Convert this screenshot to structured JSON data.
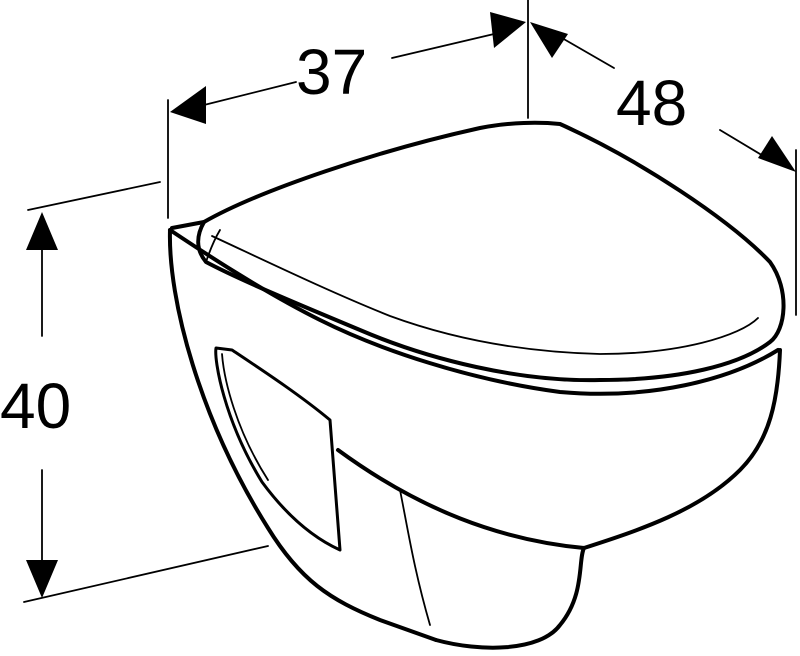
{
  "dimensions": {
    "width": "37",
    "depth": "48",
    "height": "40"
  }
}
